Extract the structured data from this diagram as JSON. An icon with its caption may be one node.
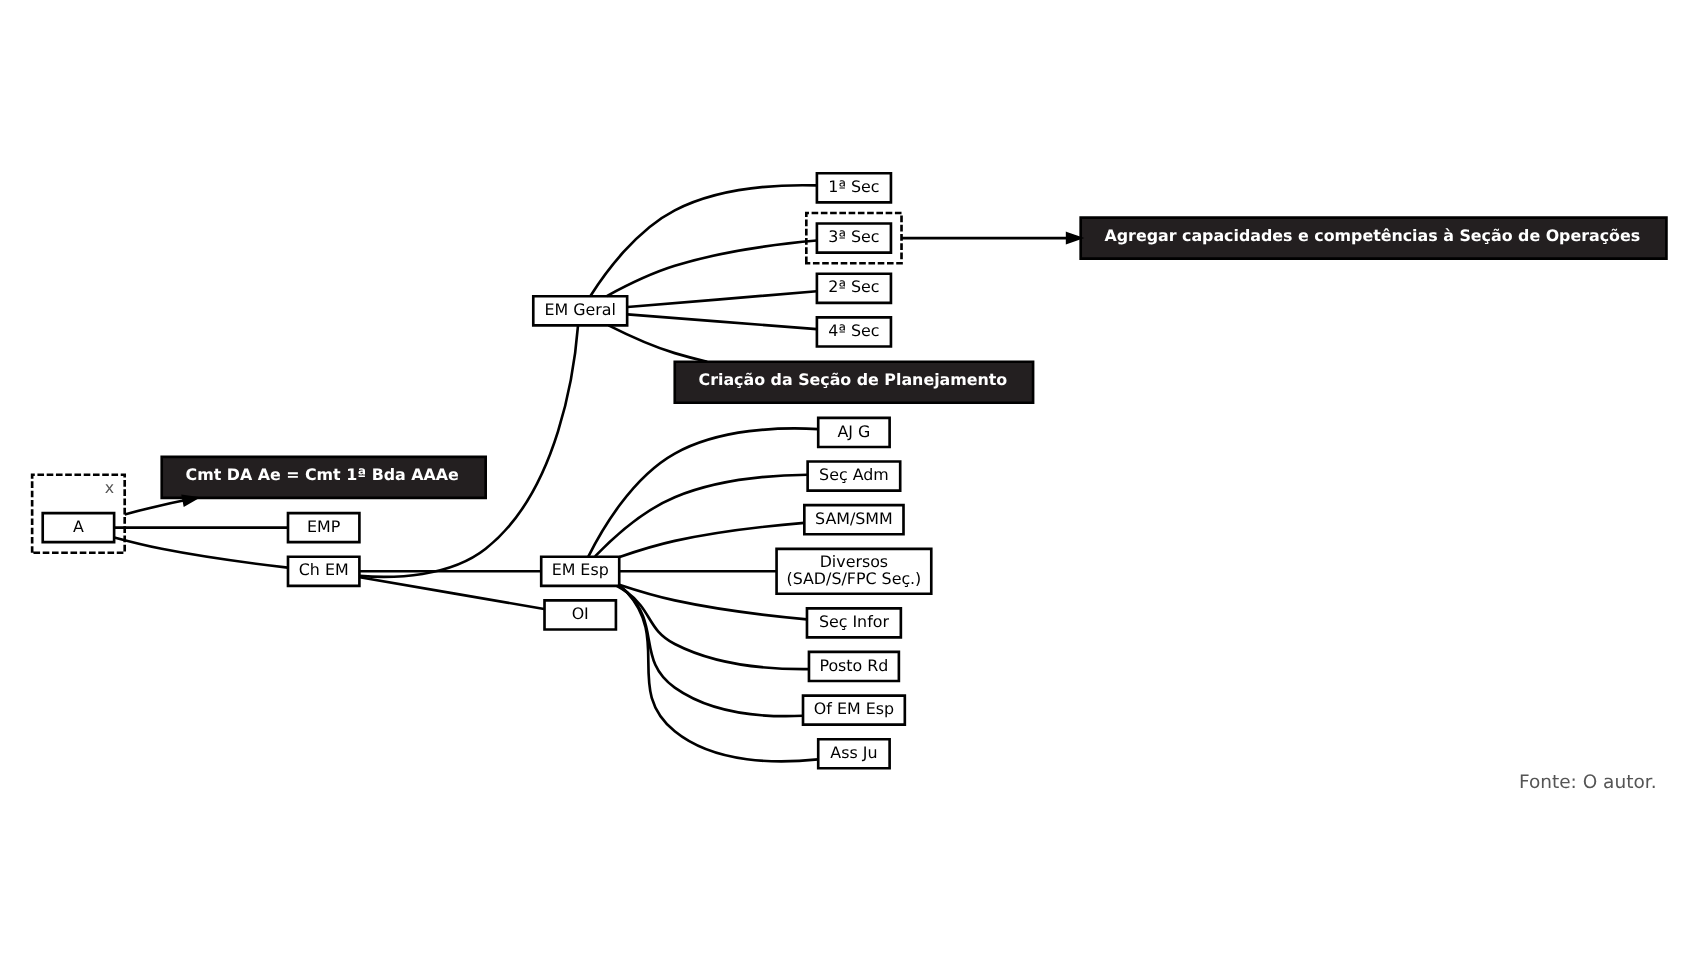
{
  "diagram": {
    "caption": "Fonte: O autor.",
    "nodes": [
      {
        "text": [
          "x"
        ]
      },
      {
        "text": [
          "A"
        ],
        "in": 0
      },
      {
        "text": [
          "Cmt DA Ae = Cmt 1ª Bda AAAe"
        ]
      },
      {
        "text": [
          "EMP"
        ]
      },
      {
        "text": [
          "Ch EM"
        ]
      },
      {
        "text": [
          "Agregar capacidades e competências à Seção de Operações"
        ]
      },
      {
        "text": [
          "EM Geral"
        ]
      },
      {
        "text": [
          "EM Esp"
        ]
      },
      {
        "text": [
          "OI"
        ]
      },
      {
        "text": [
          "1ª Sec"
        ]
      },
      {
        "text": [],
        "shape": "box"
      },
      {
        "text": [
          "3ª Sec"
        ],
        "in": 10
      },
      {
        "text": [
          "2ª Sec"
        ]
      },
      {
        "text": [
          "4ª Sec"
        ]
      },
      {
        "text": [
          "AJ G"
        ]
      },
      {
        "text": [
          "Seç Adm"
        ]
      },
      {
        "text": [
          "SAM/SMM"
        ]
      },
      {
        "text": [
          "Diversos",
          "(SAD/S/FPC Seç.)"
        ]
      },
      {
        "text": [
          "Seç Infor"
        ]
      },
      {
        "text": [
          "Posto Rd"
        ]
      },
      {
        "text": [
          "Of EM Esp"
        ]
      },
      {
        "text": [
          "Ass Ju"
        ]
      },
      {
        "text": [
          "Criação da Seção de Planejamento"
        ]
      }
    ],
    "edges": [
      {
        "from": 0,
        "to": 2,
        "arrow": "to"
      },
      {
        "from": 1,
        "to": 4,
        "arrow": "none"
      },
      {
        "from": 1,
        "to": 3,
        "arrow": "none"
      },
      {
        "from": 4,
        "to": 6,
        "arrow": "none"
      },
      {
        "from": 4,
        "to": 7,
        "arrow": "none"
      },
      {
        "from": 4,
        "to": 8,
        "arrow": "none"
      },
      {
        "from": 6,
        "to": 9,
        "arrow": "none"
      },
      {
        "from": 6,
        "to": 11,
        "arrow": "none"
      },
      {
        "from": 6,
        "to": 12,
        "arrow": "none"
      },
      {
        "from": 6,
        "to": 13,
        "arrow": "none"
      },
      {
        "from": 6,
        "to": 22,
        "arrow": "none"
      },
      {
        "from": 10,
        "to": 5,
        "arrow": "to"
      },
      {
        "from": 7,
        "to": 14,
        "arrow": "none"
      },
      {
        "from": 7,
        "to": 16,
        "arrow": "none"
      },
      {
        "from": 7,
        "to": 18,
        "arrow": "none"
      },
      {
        "from": 7,
        "to": 20,
        "arrow": "none"
      },
      {
        "from": 7,
        "to": 15,
        "arrow": "none"
      },
      {
        "from": 7,
        "to": 17,
        "arrow": "none"
      },
      {
        "from": 7,
        "to": 19,
        "arrow": "none"
      },
      {
        "from": 7,
        "to": 21,
        "arrow": "none"
      }
    ]
  }
}
